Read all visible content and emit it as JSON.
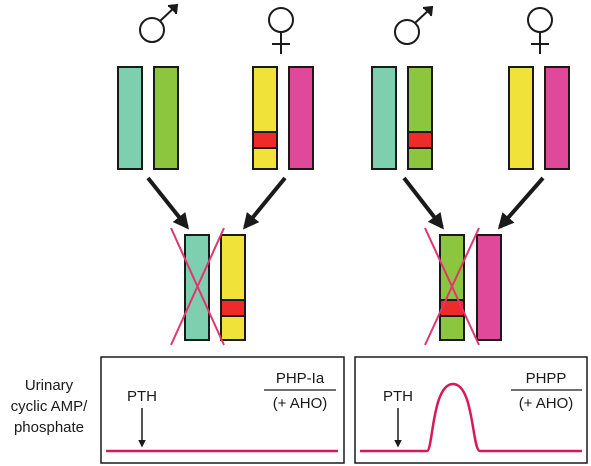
{
  "colors": {
    "paternal_a": "#7ecfb0",
    "paternal_b": "#8cc63f",
    "maternal_a": "#f1e23a",
    "maternal_b": "#e0489a",
    "mutation": "#ee2a2a",
    "cross": "#e0356e",
    "curve": "#d6195a",
    "outline": "#1a1a1a"
  },
  "icons": {
    "male": "male-symbol-icon",
    "female": "female-symbol-icon"
  },
  "side_label": {
    "line1": "Urinary",
    "line2": "cyclic AMP/",
    "line3": "phosphate"
  },
  "panels": [
    {
      "name": "left",
      "condition": "PHP-Ia",
      "phenotype": "(+ AHO)",
      "stimulus": "PTH",
      "response": "flat"
    },
    {
      "name": "right",
      "condition": "PHPP",
      "phenotype": "(+ AHO)",
      "stimulus": "PTH",
      "response": "peak"
    }
  ]
}
